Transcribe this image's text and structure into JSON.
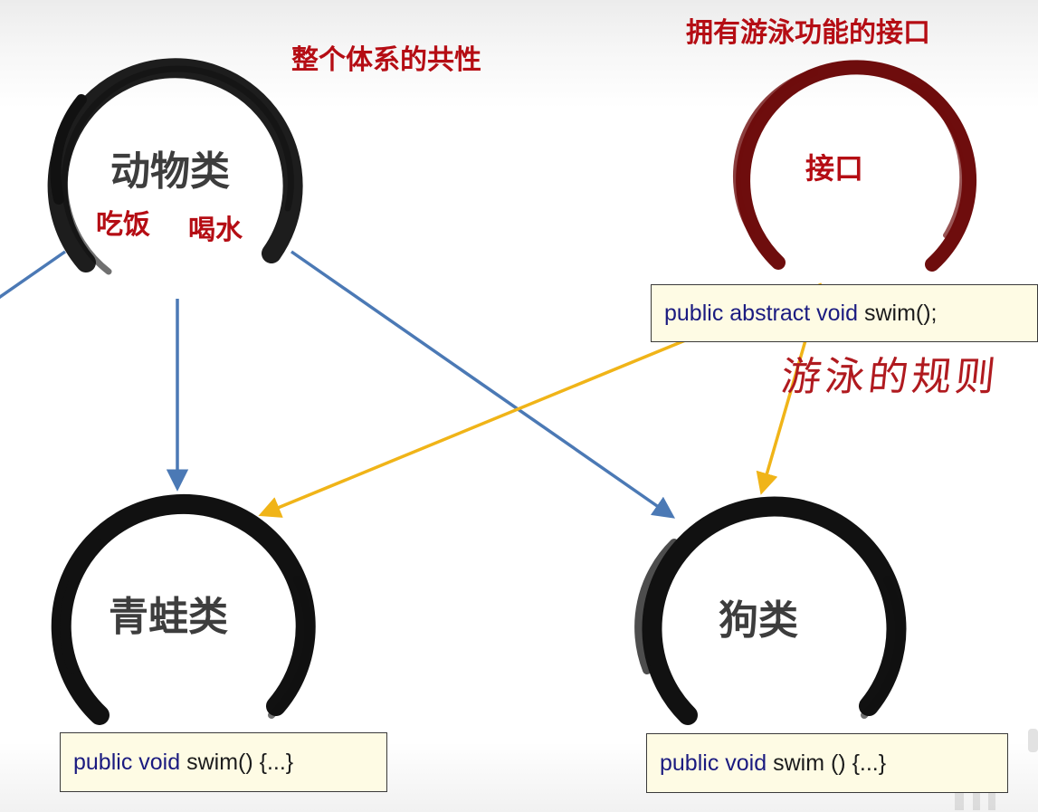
{
  "top_labels": {
    "common": "整个体系的共性",
    "interface_caption": "拥有游泳功能的接口"
  },
  "nodes": {
    "animal": {
      "title": "动物类",
      "abilities": [
        "吃饭",
        "喝水"
      ]
    },
    "interface": {
      "title": "接口",
      "method": {
        "keywords": "public abstract void",
        "signature": "swim();"
      }
    },
    "frog": {
      "title": "青蛙类",
      "method": {
        "keywords": "public void",
        "signature": "swim() {...}"
      }
    },
    "dog": {
      "title": "狗类",
      "method": {
        "keywords": "public void",
        "signature": "swim () {...}"
      }
    }
  },
  "handwritten_note": "游泳的规则",
  "colors": {
    "inherit_arrow": "#4b79b5",
    "implement_arrow": "#f0b418",
    "interface_ring": "#6e0d0d",
    "class_ring": "#111111",
    "accent_red": "#b50d14",
    "code_box_bg": "#fefbe4"
  },
  "edges": [
    {
      "from": "animal",
      "to": "frog",
      "type": "inheritance"
    },
    {
      "from": "animal",
      "to": "dog",
      "type": "inheritance"
    },
    {
      "from": "animal",
      "to": "offscreen-left",
      "type": "inheritance"
    },
    {
      "from": "interface",
      "to": "frog",
      "type": "implementation"
    },
    {
      "from": "interface",
      "to": "dog",
      "type": "implementation"
    }
  ]
}
